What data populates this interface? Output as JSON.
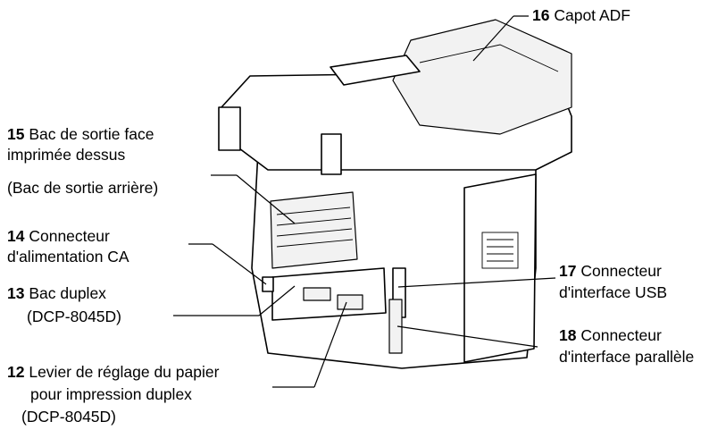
{
  "callouts": [
    {
      "num": "16",
      "lines": [
        "Capot ADF"
      ]
    },
    {
      "num": "15",
      "lines": [
        "Bac de sortie face",
        "imprimée dessus",
        "(Bac de sortie arrière)"
      ]
    },
    {
      "num": "14",
      "lines": [
        "Connecteur",
        "d'alimentation CA"
      ]
    },
    {
      "num": "13",
      "lines": [
        "Bac duplex",
        "(DCP-8045D)"
      ]
    },
    {
      "num": "12",
      "lines": [
        "Levier de réglage du papier",
        "pour impression duplex",
        "(DCP-8045D)"
      ]
    },
    {
      "num": "17",
      "lines": [
        "Connecteur",
        "d'interface USB"
      ]
    },
    {
      "num": "18",
      "lines": [
        "Connecteur",
        "d'interface parallèle"
      ]
    }
  ]
}
